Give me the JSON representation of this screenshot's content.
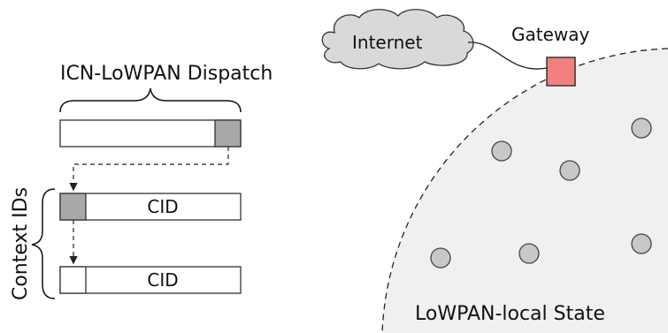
{
  "header": {
    "dispatch_label": "ICN-LoWPAN Dispatch"
  },
  "side": {
    "context_ids_label": "Context IDs"
  },
  "fields": [
    {
      "label": "CID"
    },
    {
      "label": "CID"
    }
  ],
  "network": {
    "internet_label": "Internet",
    "gateway_label": "Gateway",
    "region_label": "LoWPAN-local State"
  },
  "colors": {
    "gateway_fill": "#f47f7f",
    "cloud_fill": "#d9d9d9",
    "field_marker_fill": "#a8a8a8",
    "region_fill": "#f0f0f0",
    "node_fill": "#c8c8c8"
  }
}
